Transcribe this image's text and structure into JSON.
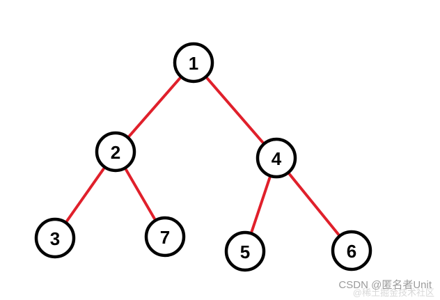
{
  "tree": {
    "nodes": [
      {
        "id": "n1",
        "label": "1"
      },
      {
        "id": "n2",
        "label": "2"
      },
      {
        "id": "n4",
        "label": "4"
      },
      {
        "id": "n3",
        "label": "3"
      },
      {
        "id": "n7",
        "label": "7"
      },
      {
        "id": "n5",
        "label": "5"
      },
      {
        "id": "n6",
        "label": "6"
      }
    ],
    "edges": [
      {
        "from": "n1",
        "to": "n2"
      },
      {
        "from": "n1",
        "to": "n4"
      },
      {
        "from": "n2",
        "to": "n3"
      },
      {
        "from": "n2",
        "to": "n7"
      },
      {
        "from": "n4",
        "to": "n5"
      },
      {
        "from": "n4",
        "to": "n6"
      }
    ]
  },
  "colors": {
    "edge": "#e0202b",
    "node_stroke": "#000000",
    "node_fill": "#ffffff"
  },
  "watermark": {
    "text": "CSDN @匿名者Unit",
    "faint_text": "@稀土掘金技术社区"
  }
}
